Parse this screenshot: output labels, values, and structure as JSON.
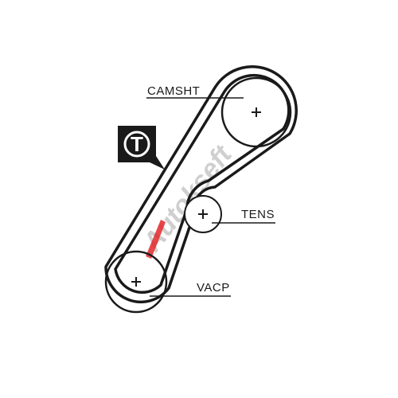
{
  "diagram": {
    "labels": {
      "camshaft": "CAMSHT",
      "tensioner": "TENS",
      "crankshaft": "VACP"
    },
    "badge_letter": "T",
    "watermark": "Autokseft"
  },
  "colors": {
    "line": "#1a1a1a",
    "badge_bg": "#1a1a1a",
    "watermark_red": "#e3262c",
    "watermark_gray": "#cfcfcf"
  }
}
